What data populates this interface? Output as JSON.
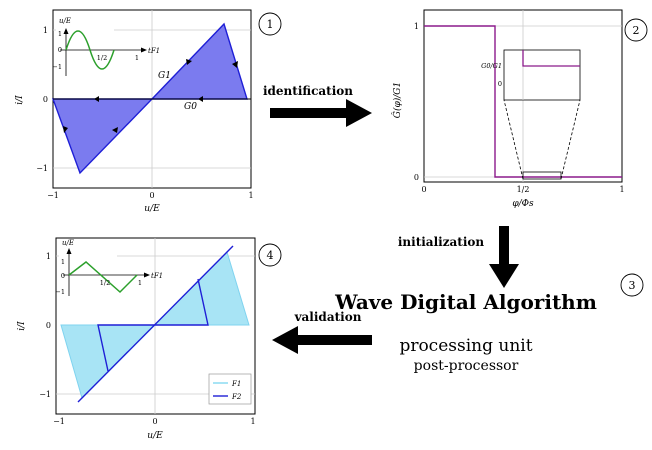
{
  "panel1": {
    "step": "1",
    "xlabel": "u/E",
    "ylabel": "i/I",
    "xticks": [
      "−1",
      "0",
      "1"
    ],
    "yticks": [
      "1",
      "0",
      "−1"
    ],
    "labels": {
      "g1": "G1",
      "g0": "G0"
    },
    "inset": {
      "ylabel": "u/E",
      "xlabel": "tF1",
      "yticks": [
        "1",
        "0",
        "−1"
      ],
      "xticks": [
        "1/2",
        "1"
      ]
    }
  },
  "panel2": {
    "step": "2",
    "xlabel": "φ/Φs",
    "ylabel": "Ĝ(φ)/G1",
    "xticks": [
      "0",
      "1/2",
      "1"
    ],
    "yticks": [
      "1",
      "0"
    ],
    "inset": {
      "ylabel": "G0/G1",
      "ytick": "0"
    }
  },
  "panel4": {
    "step": "4",
    "xlabel": "u/E",
    "ylabel": "i/I",
    "xticks": [
      "−1",
      "0",
      "1"
    ],
    "yticks": [
      "1",
      "0",
      "−1"
    ],
    "inset": {
      "ylabel": "u/E",
      "xlabel": "tF1",
      "yticks": [
        "1",
        "0",
        "−1"
      ],
      "xticks": [
        "1/2",
        "1"
      ]
    },
    "legend": [
      "F1",
      "F2"
    ]
  },
  "arrows": {
    "identification": "identification",
    "initialization": "initialization",
    "validation": "validation"
  },
  "algorithm": {
    "step": "3",
    "title": "Wave Digital Algorithm",
    "line1": "processing unit",
    "line2": "post-processor"
  },
  "colors": {
    "blue": "#1f1fd6",
    "blue_fill": "#7b7bef",
    "cyan_fill": "#a8e4f5",
    "green": "#2ca02c",
    "purple": "#8b1a8b"
  }
}
